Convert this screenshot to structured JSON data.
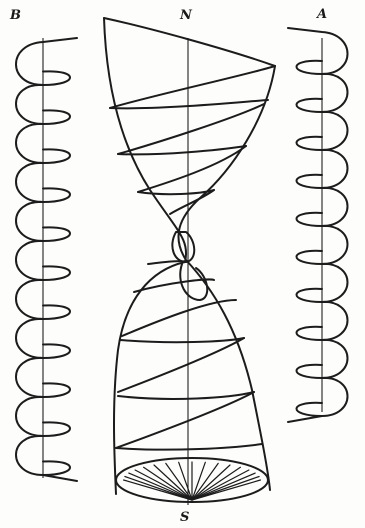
{
  "labels": {
    "helix_b": "B",
    "north": "N",
    "helix_a": "A",
    "south": "S"
  },
  "colors": {
    "ink": "#1c1c1c",
    "paper": "#fdfdfb"
  }
}
